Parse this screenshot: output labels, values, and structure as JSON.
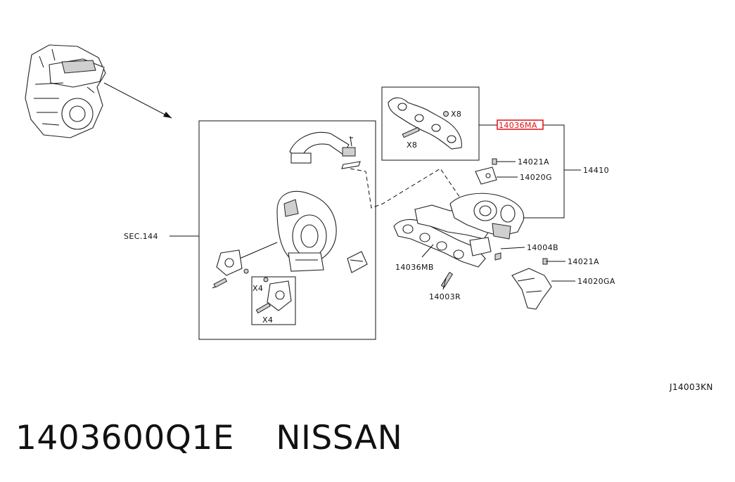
{
  "diagram": {
    "callouts": {
      "sec_144": "SEC.144",
      "p14036MA": "14036MA",
      "p14410": "14410",
      "p14021A_top": "14021A",
      "p14020G": "14020G",
      "p14004B": "14004B",
      "p14021A_bottom": "14021A",
      "p14020GA": "14020GA",
      "p14036MB": "14036MB",
      "p14003R": "14003R"
    },
    "quantities": {
      "x8_nut": "X8",
      "x8_stud": "X8",
      "x4_nut": "X4",
      "x4_stud": "X4"
    },
    "figure_code": "J14003KN",
    "highlight_color": "#e01010"
  },
  "caption": {
    "part_number": "1403600Q1E",
    "brand": "NISSAN"
  }
}
